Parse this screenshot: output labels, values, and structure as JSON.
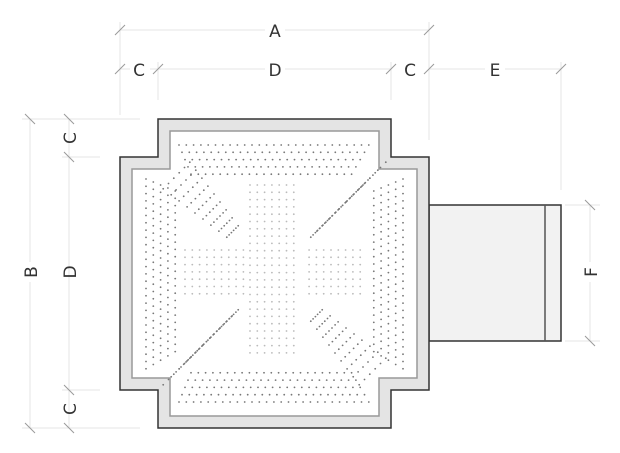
{
  "diagram": {
    "dimension_labels": {
      "A": "A",
      "B": "B",
      "C": "C",
      "D": "D",
      "E": "E",
      "F": "F"
    },
    "colors": {
      "outline": "#333333",
      "frame_fill": "#e4e4e4",
      "inner_line": "#999999",
      "attachment_fill": "#f2f2f2",
      "dot": "#777777",
      "faint_dot": "#bbbbbb"
    }
  }
}
